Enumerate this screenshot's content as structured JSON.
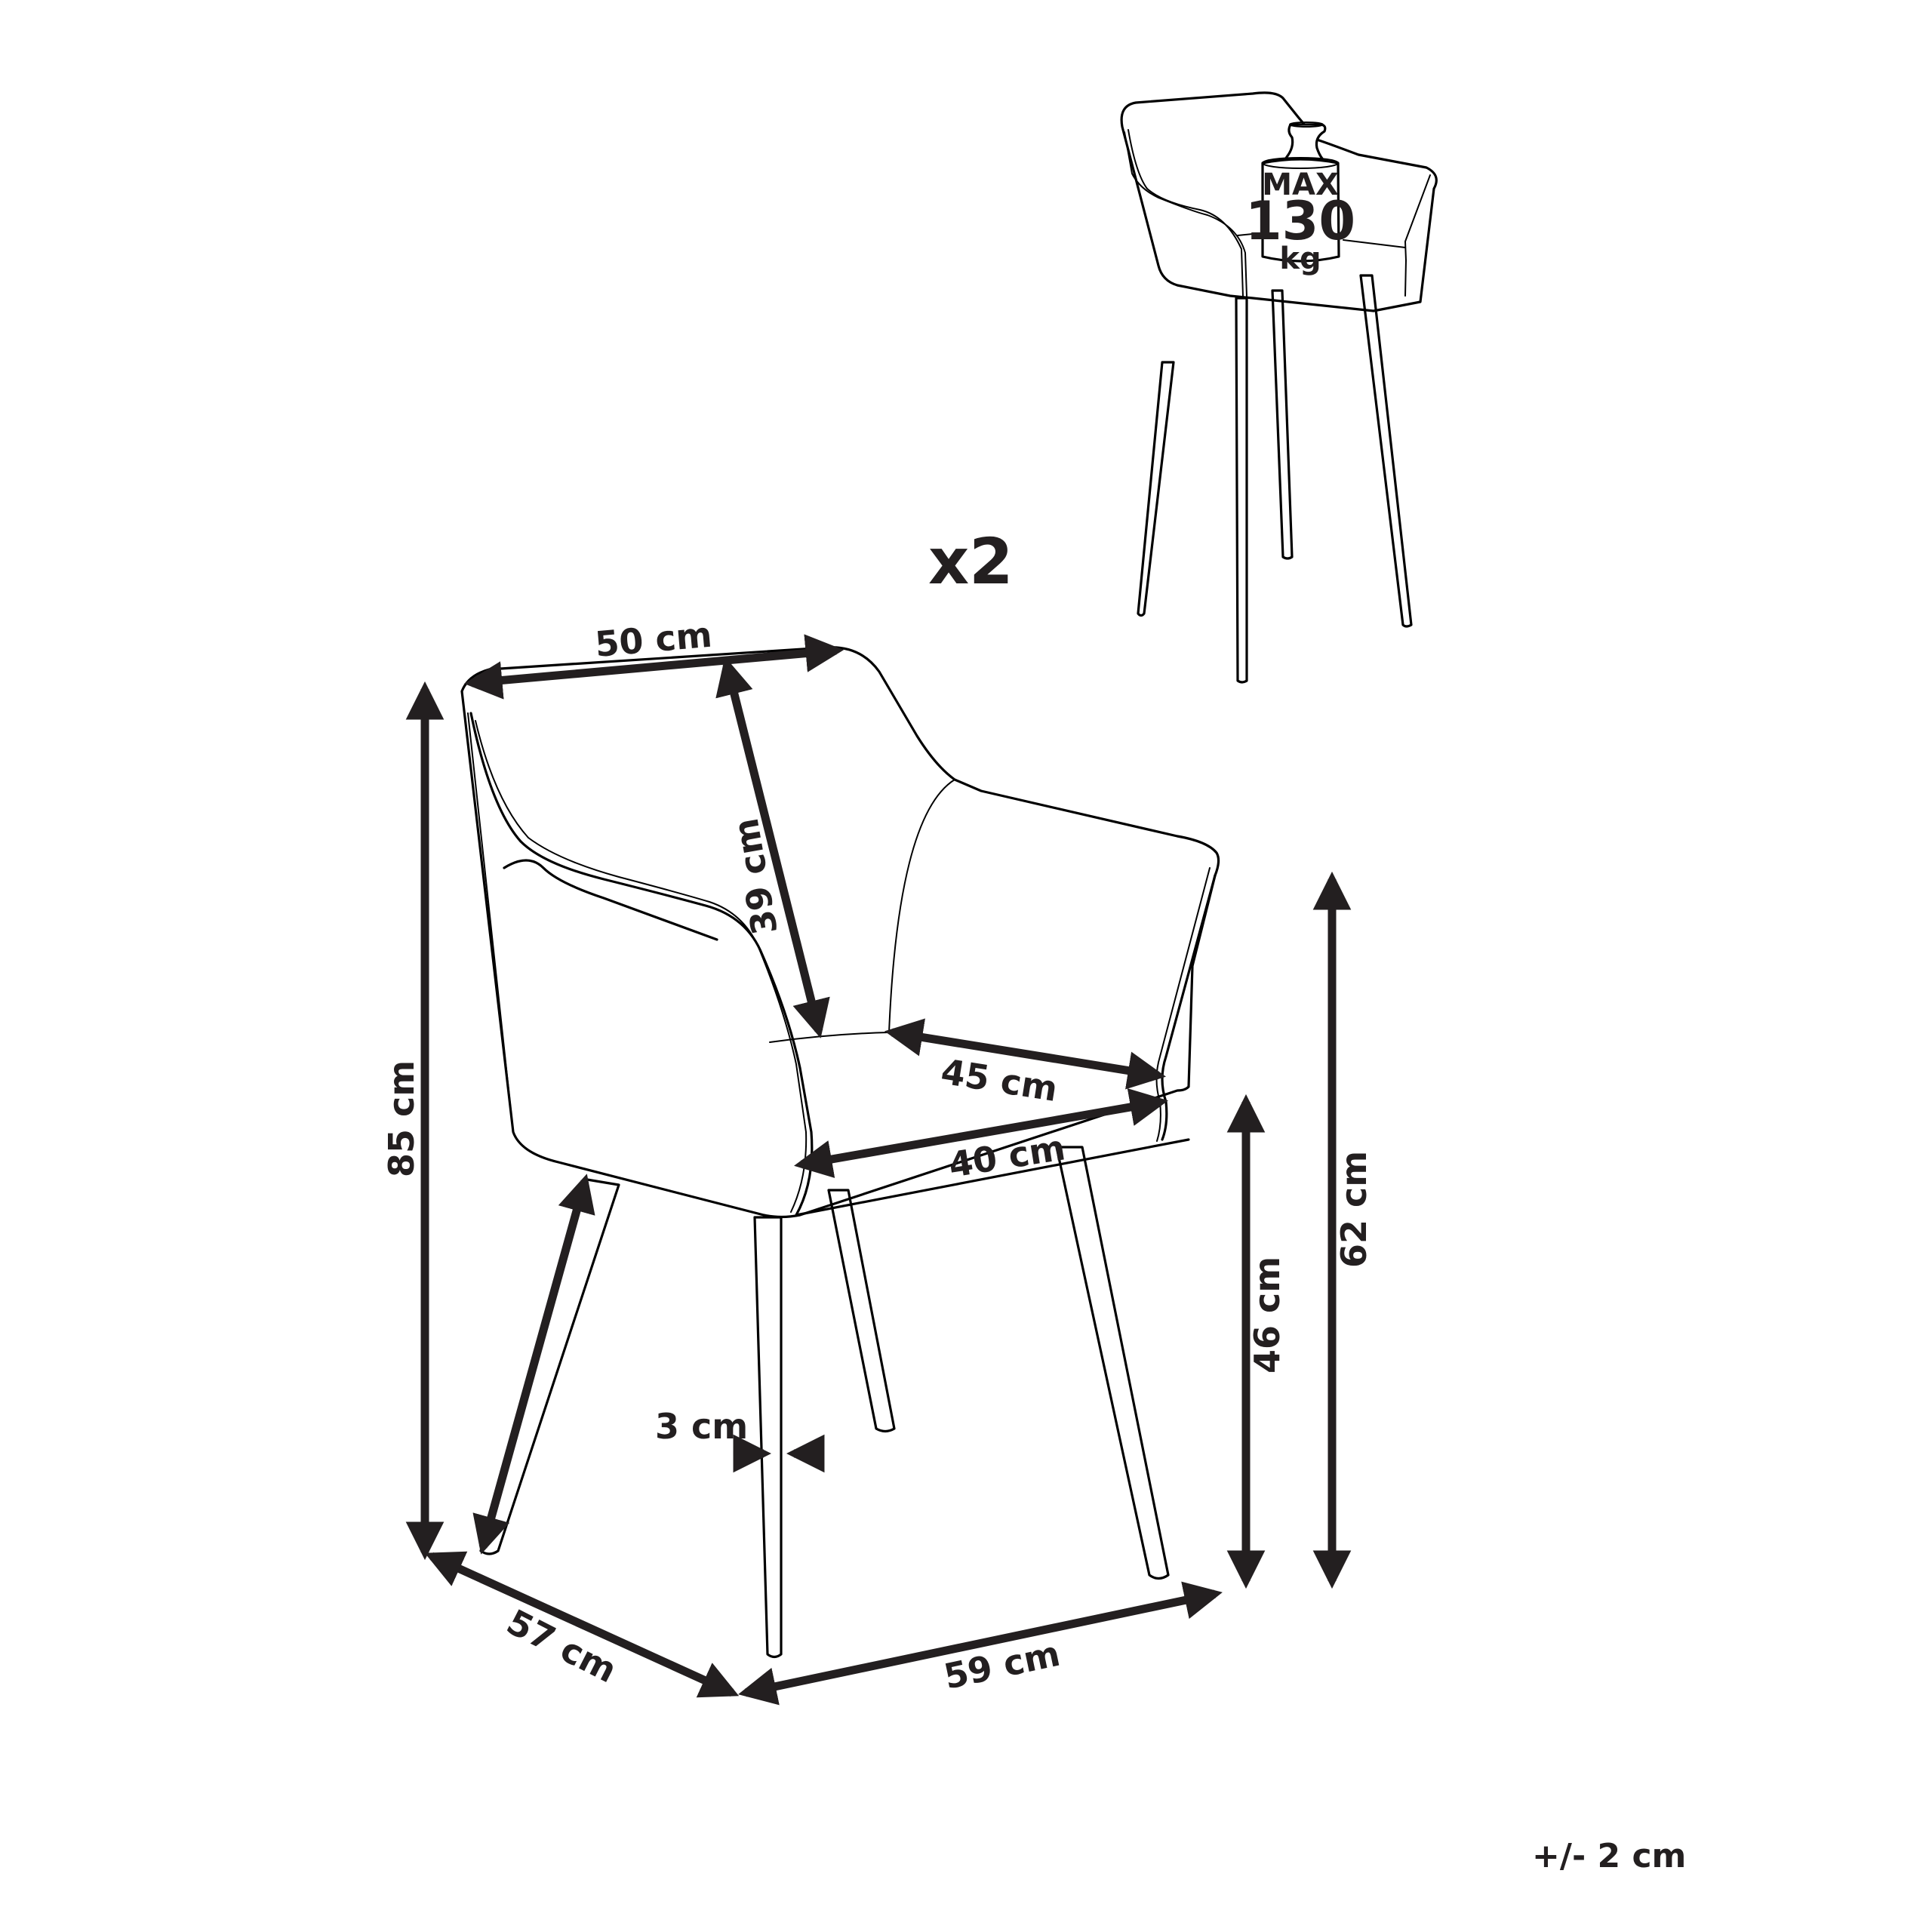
{
  "diagram": {
    "quantity_label": "x2",
    "tolerance_label": "+/- 2 cm",
    "colors": {
      "ink": "#231f20",
      "background": "#ffffff"
    },
    "weight_badge": {
      "line1": "MAX",
      "line2": "130",
      "line3": "kg",
      "icon": "weight-icon"
    },
    "dimensions": {
      "backrest_width": "50 cm",
      "backrest_height": "39 cm",
      "total_height": "85 cm",
      "seat_depth": "45 cm",
      "seat_width": "40 cm",
      "seat_height": "46 cm",
      "armrest_height": "62 cm",
      "leg_width": "3 cm",
      "depth": "57 cm",
      "width": "59 cm"
    }
  }
}
